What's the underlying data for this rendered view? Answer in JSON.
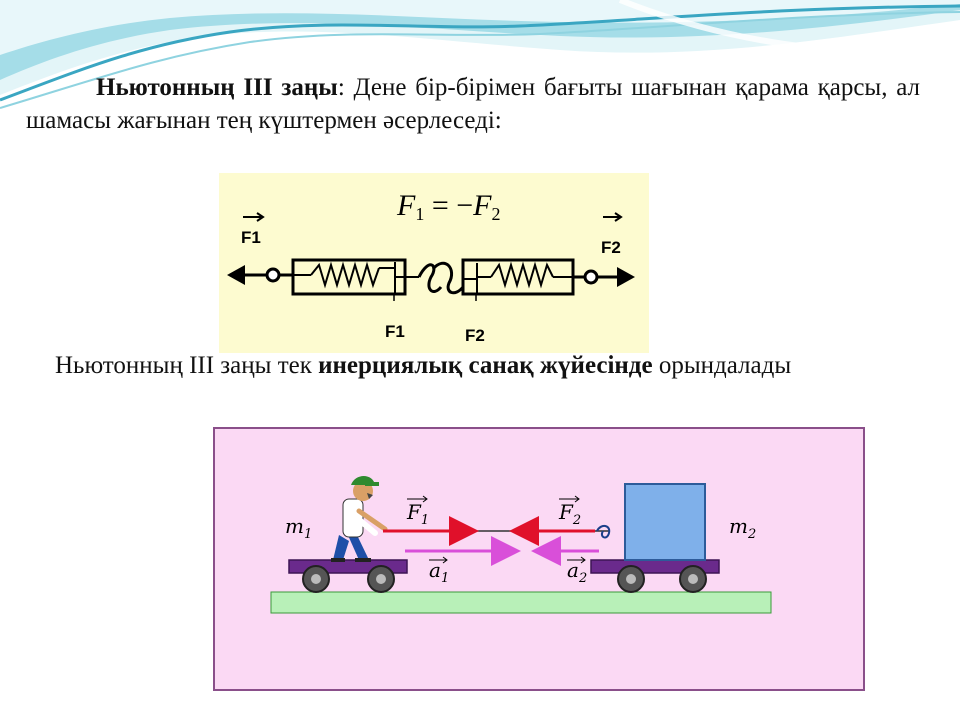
{
  "intro": {
    "law_name": "Ньютонның III заңы",
    "separator": ": ",
    "statement": "Дене бір-бірімен бағыты шағынан қарама қарсы, ал шамасы жағынан тең күштермен әсерлеседі:"
  },
  "spring_diagram": {
    "formula": {
      "lhs": "F",
      "lhs_sub": "1",
      "op": " = −",
      "rhs": "F",
      "rhs_sub": "2"
    },
    "labels": {
      "left_force": "F1",
      "right_force": "F2",
      "inner_left": "F1",
      "inner_right": "F2"
    }
  },
  "note": {
    "text_start": "Ньютонның III заңы тек ",
    "text_bold": "инерциялық санақ жүйесінде",
    "text_end": " орындалады"
  },
  "cart_diagram": {
    "m1": {
      "base": "m",
      "sub": "1"
    },
    "m2": {
      "base": "m",
      "sub": "2"
    },
    "f1": {
      "base": "F",
      "sub": "1"
    },
    "f2": {
      "base": "F",
      "sub": "2"
    },
    "a1": {
      "base": "a",
      "sub": "1"
    },
    "a2": {
      "base": "a",
      "sub": "2"
    }
  },
  "colors": {
    "wave_light": "#d6f0f5",
    "wave_mid": "#8fd3e0",
    "wave_dark": "#3aa6c2",
    "spring_panel": "#fdfbd0",
    "cart_panel": "#fbd9f4",
    "ground": "#b8f0b8",
    "cart": "#6a2a8c",
    "block": "#7fb0ea",
    "force_arrow": "#e0102a",
    "accel_arrow": "#d94fd9"
  }
}
